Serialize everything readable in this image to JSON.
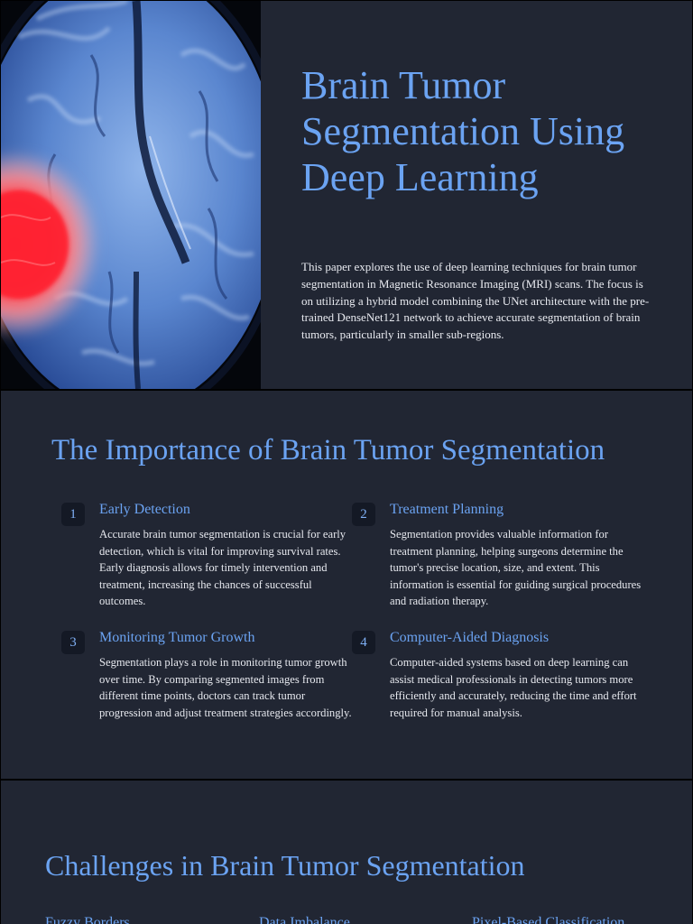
{
  "slide1": {
    "title": "Brain Tumor Segmentation Using Deep Learning",
    "intro": "This paper explores the use of deep learning techniques for brain tumor segmentation in Magnetic Resonance Imaging (MRI) scans. The focus is on utilizing a hybrid model combining the UNet architecture with the pre-trained DenseNet121 network to achieve accurate segmentation of brain tumors, particularly in smaller sub-regions.",
    "image": "mri-brain-scan-with-tumor-highlight"
  },
  "slide2": {
    "title": "The Importance of Brain Tumor Segmentation",
    "items": [
      {
        "number": "1",
        "title": "Early Detection",
        "body": "Accurate brain tumor segmentation is crucial for early detection, which is vital for improving survival rates. Early diagnosis allows for timely intervention and treatment, increasing the chances of successful outcomes."
      },
      {
        "number": "2",
        "title": "Treatment Planning",
        "body": "Segmentation provides valuable information for treatment planning, helping surgeons determine the tumor's precise location, size, and extent. This information is essential for guiding surgical procedures and radiation therapy."
      },
      {
        "number": "3",
        "title": "Monitoring Tumor Growth",
        "body": "Segmentation plays a role in monitoring tumor growth over time. By comparing segmented images from different time points, doctors can track tumor progression and adjust treatment strategies accordingly."
      },
      {
        "number": "4",
        "title": "Computer-Aided Diagnosis",
        "body": "Computer-aided systems based on deep learning can assist medical professionals in detecting tumors more efficiently and accurately, reducing the time and effort required for manual analysis."
      }
    ]
  },
  "slide3": {
    "title": "Challenges in Brain Tumor Segmentation",
    "challenges": [
      "Fuzzy Borders",
      "Data Imbalance",
      "Pixel-Based Classification"
    ]
  },
  "colors": {
    "background": "#212633",
    "accent": "#6ba3f2",
    "text": "#e6e8ee",
    "number_badge": "#141925",
    "tumor_highlight": "#ff2a2a"
  }
}
